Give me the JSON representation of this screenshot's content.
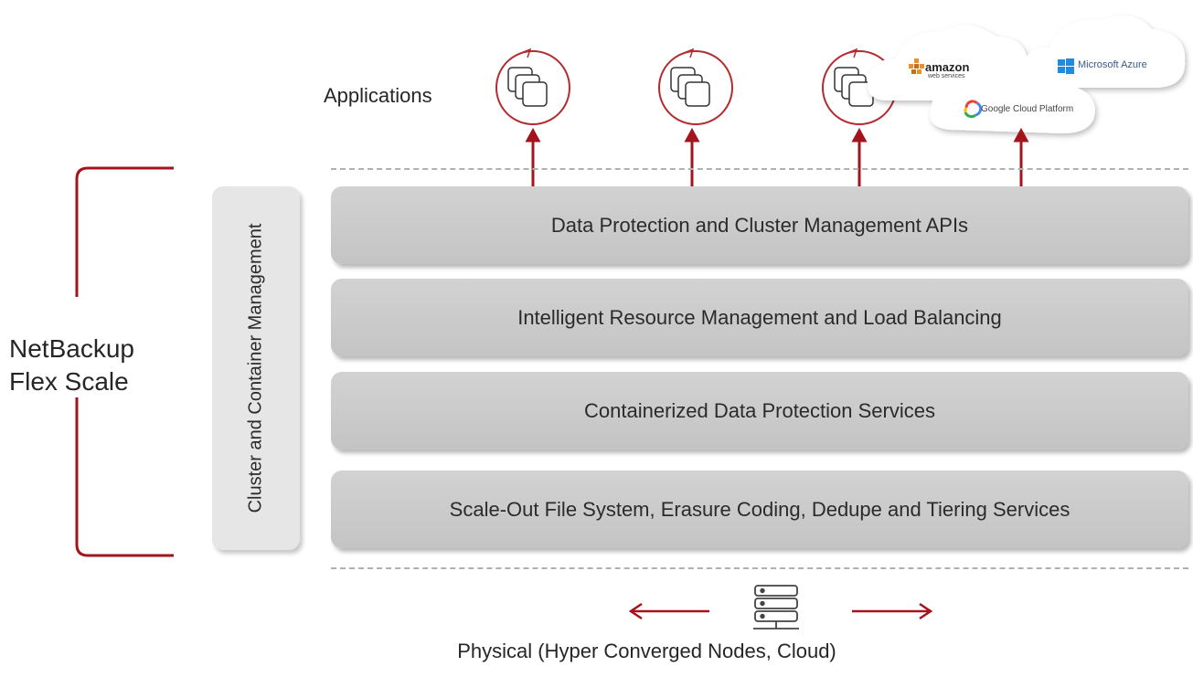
{
  "bracket_label": "NetBackup\nFlex Scale",
  "applications_label": "Applications",
  "side_panel_label": "Cluster and Container Management",
  "layers": [
    "Data Protection and Cluster Management APIs",
    "Intelligent Resource Management and Load Balancing",
    "Containerized Data Protection Services",
    "Scale-Out File System, Erasure Coding, Dedupe and Tiering Services"
  ],
  "clouds": {
    "amazon": "amazon",
    "amazon_sub": "web services",
    "azure": "Microsoft Azure",
    "google": "Google Cloud Platform"
  },
  "physical_label": "Physical (Hyper Converged Nodes, Cloud)",
  "colors": {
    "accent": "#a3141c",
    "layer": "#c9c9c9",
    "panel": "#e6e6e6",
    "dash": "#b0b0b0"
  },
  "icons": [
    "app-container-icon",
    "server-stack-icon",
    "aws-logo-icon",
    "azure-logo-icon",
    "google-cloud-logo-icon"
  ]
}
